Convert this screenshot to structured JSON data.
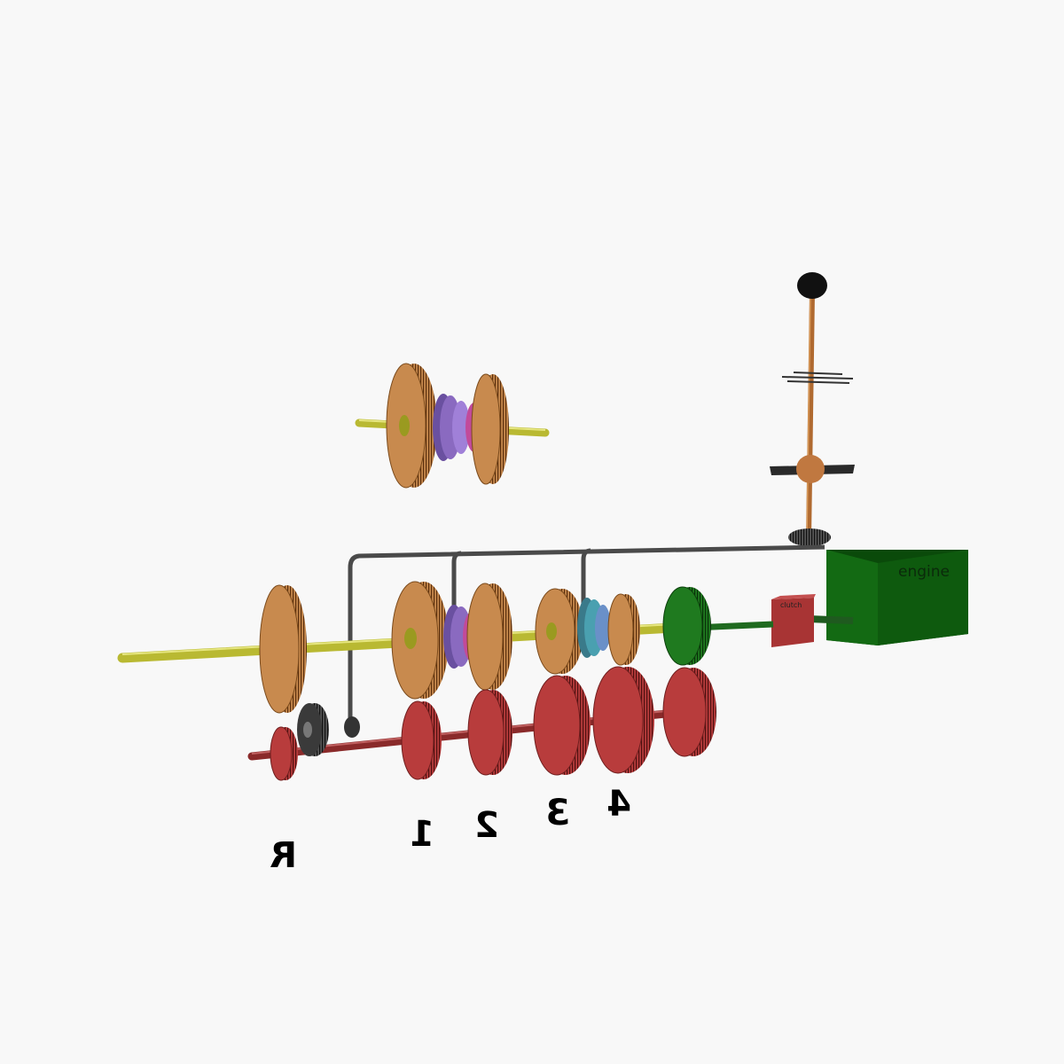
{
  "diagram": {
    "engine_label": "engine",
    "clutch_label": "clutch",
    "gear_labels": [
      {
        "id": "R",
        "text": "R"
      },
      {
        "id": "1",
        "text": "1"
      },
      {
        "id": "2",
        "text": "2"
      },
      {
        "id": "3",
        "text": "3"
      },
      {
        "id": "4",
        "text": "4"
      }
    ],
    "colors": {
      "background": "#f8f8f8",
      "main_gear": "#c88a4e",
      "main_gear_dark": "#7a4a1c",
      "counter_gear": "#b83c3c",
      "counter_gear_dark": "#6e1e1e",
      "input_gear": "#1f7a1f",
      "input_gear_dark": "#0d400d",
      "main_shaft": "#b9b932",
      "counter_shaft": "#8a2a2a",
      "engine": "#0e5a0e",
      "clutch_box": "#b33a3a",
      "selector_rail": "#4a4a4a",
      "shift_lever": "#b06a30",
      "idler_gear": "#3a3a3a",
      "synchro_violet": "#8a6ac0",
      "synchro_pink": "#c24a9a",
      "synchro_teal": "#4aa0b0"
    }
  }
}
